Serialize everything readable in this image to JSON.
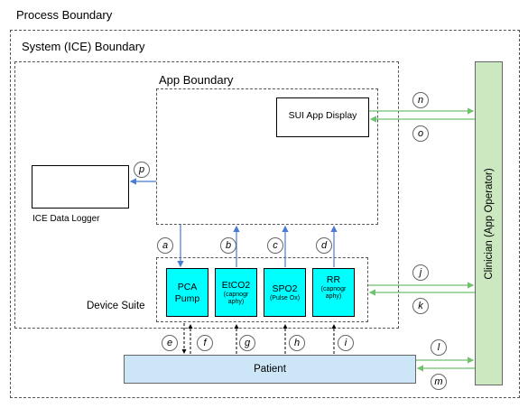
{
  "boundaries": {
    "process": "Process Boundary",
    "system": "System (ICE) Boundary",
    "app": "App Boundary",
    "device_suite": "Device Suite"
  },
  "components": {
    "sui_display": "SUI App Display",
    "data_logger": "ICE Data Logger",
    "clinician": "Clinician (App Operator)",
    "patient": "Patient"
  },
  "devices": [
    {
      "label": "PCA Pump",
      "sub": ""
    },
    {
      "label": "EtCO2",
      "sub": "(capnogr aphy)"
    },
    {
      "label": "SPO2",
      "sub": "(Pulse Ox)"
    },
    {
      "label": "RR",
      "sub": "(capnogr aphy)"
    }
  ],
  "flow_labels": [
    "a",
    "b",
    "c",
    "d",
    "e",
    "f",
    "g",
    "h",
    "i",
    "j",
    "k",
    "l",
    "m",
    "n",
    "o",
    "p"
  ],
  "colors": {
    "device_fill": "#00ffff",
    "clinician_fill": "#cce8c0",
    "patient_fill": "#cce6f7",
    "blue_arrow": "#4a7bd4",
    "green_arrow": "#6fc06f"
  }
}
